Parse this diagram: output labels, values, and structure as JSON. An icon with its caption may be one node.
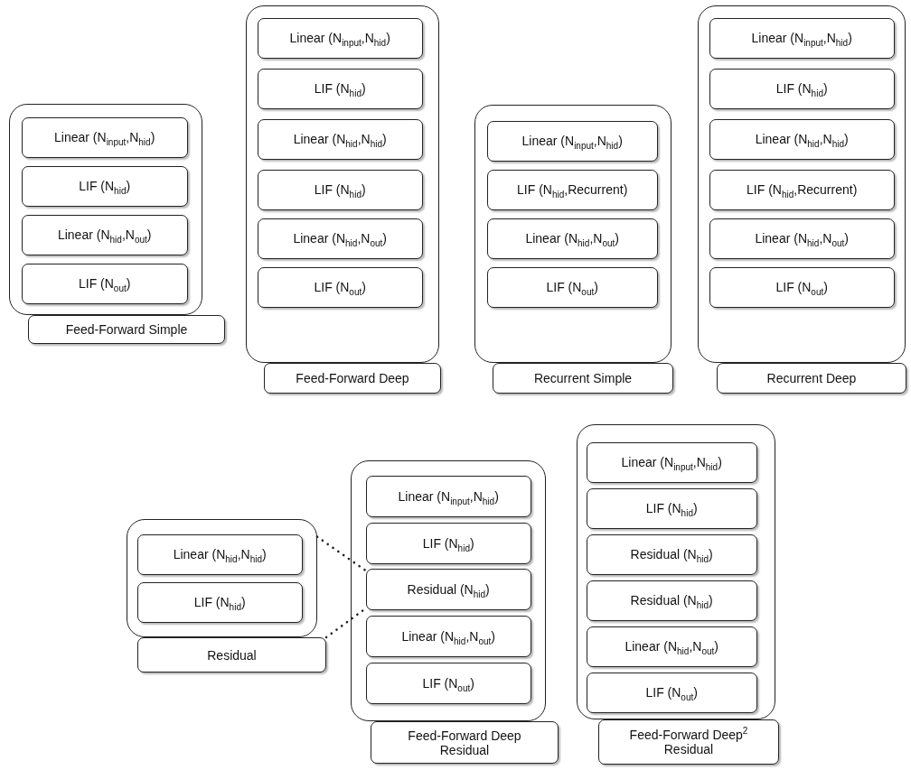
{
  "diagram": {
    "nodes": [
      {
        "text": [],
        "shape": "box"
      },
      {
        "text": [
          "Linear (N$_{input}$,N$_{hid}$)"
        ],
        "in": 0
      },
      {
        "text": [
          "LIF (N$_{hid}$)"
        ],
        "in": 0
      },
      {
        "text": [
          "Linear (N$_{hid}$,N$_{out}$)"
        ],
        "in": 0
      },
      {
        "text": [
          "LIF (N$_{out}$)"
        ],
        "in": 0
      },
      {
        "text": [
          "Feed-Forward Simple"
        ]
      },
      {
        "text": [],
        "shape": "box"
      },
      {
        "text": [
          "Linear (N$_{input}$,N$_{hid}$)"
        ],
        "in": 6
      },
      {
        "text": [
          "LIF (N$_{hid}$)"
        ],
        "in": 6
      },
      {
        "text": [
          "Linear (N$_{hid}$,N$_{hid}$)"
        ],
        "in": 6
      },
      {
        "text": [
          "LIF (N$_{hid}$)"
        ],
        "in": 6
      },
      {
        "text": [
          "Linear (N$_{hid}$,N$_{out}$)"
        ],
        "in": 6
      },
      {
        "text": [
          "LIF (N$_{out}$)"
        ],
        "in": 6
      },
      {
        "text": [
          "Feed-Forward Deep"
        ]
      },
      {
        "text": [],
        "shape": "box"
      },
      {
        "text": [
          "Linear (N$_{input}$,N$_{hid}$)"
        ],
        "in": 14
      },
      {
        "text": [
          "LIF (N$_{hid}$,Recurrent)"
        ],
        "in": 14
      },
      {
        "text": [
          "Linear (N$_{hid}$,N$_{out}$)"
        ],
        "in": 14
      },
      {
        "text": [
          "LIF (N$_{out}$)"
        ],
        "in": 14
      },
      {
        "text": [
          "Recurrent Simple"
        ]
      },
      {
        "text": [],
        "shape": "box"
      },
      {
        "text": [
          "Linear (N$_{input}$,N$_{hid}$)"
        ],
        "in": 20
      },
      {
        "text": [
          "LIF (N$_{hid}$)"
        ],
        "in": 20
      },
      {
        "text": [
          "Linear (N$_{hid}$,N$_{hid}$)"
        ],
        "in": 20
      },
      {
        "text": [
          "LIF (N$_{hid}$,Recurrent)"
        ],
        "in": 20
      },
      {
        "text": [
          "Linear (N$_{hid}$,N$_{out}$)"
        ],
        "in": 20
      },
      {
        "text": [
          "LIF (N$_{out}$)"
        ],
        "in": 20
      },
      {
        "text": [
          "Recurrent Deep"
        ]
      },
      {
        "text": [],
        "shape": "box"
      },
      {
        "text": [
          "Linear (N$_{hid}$,N$_{hid}$)"
        ],
        "in": 28
      },
      {
        "text": [
          "LIF (N$_{hid}$)"
        ],
        "in": 28
      },
      {
        "text": [
          "Residual"
        ]
      },
      {
        "text": [],
        "shape": "box"
      },
      {
        "text": [
          "Linear (N$_{input}$,N$_{hid}$)"
        ],
        "in": 32
      },
      {
        "text": [
          "LIF (N$_{hid}$)"
        ],
        "in": 32
      },
      {
        "text": [
          "Residual (N$_{hid}$)"
        ],
        "in": 32
      },
      {
        "text": [
          "Linear (N$_{hid}$,N$_{out}$)"
        ],
        "in": 32
      },
      {
        "text": [
          "LIF (N$_{out}$)"
        ],
        "in": 32
      },
      {
        "text": [
          "Feed-Forward Deep Residual"
        ]
      },
      {
        "text": [],
        "shape": "box"
      },
      {
        "text": [
          "Linear (N$_{input}$,N$_{hid}$)"
        ],
        "in": 39
      },
      {
        "text": [
          "LIF (N$_{hid}$)"
        ],
        "in": 39
      },
      {
        "text": [
          "Residual (N$_{hid}$)"
        ],
        "in": 39
      },
      {
        "text": [
          "Residual (N$_{hid}$)"
        ],
        "in": 39
      },
      {
        "text": [
          "Linear (N$_{hid}$,N$_{out}$)"
        ],
        "in": 39
      },
      {
        "text": [
          "LIF (N$_{out}$)"
        ],
        "in": 39
      },
      {
        "text": [
          "Feed-Forward Deep$^{2}$ Residual"
        ]
      }
    ],
    "edges": [
      {
        "from": 28,
        "to": 35,
        "arrow": "none",
        "style": "dashed"
      },
      {
        "from": 31,
        "to": 35,
        "arrow": "none",
        "style": "dashed"
      }
    ]
  }
}
